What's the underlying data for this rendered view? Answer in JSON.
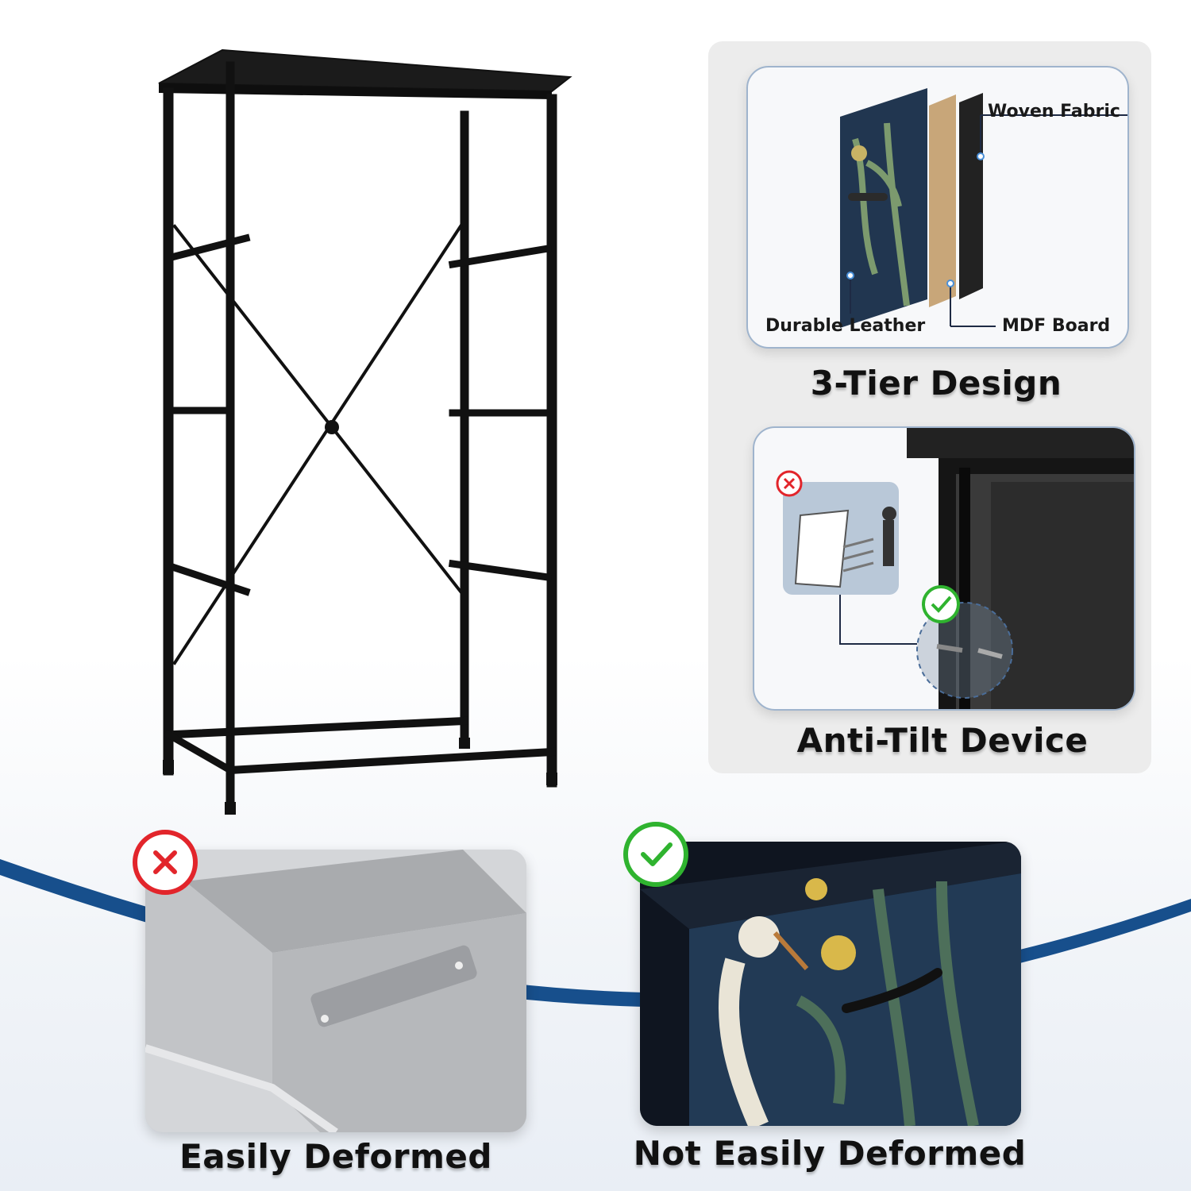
{
  "features": {
    "tier": {
      "heading": "3-Tier Design",
      "labels": {
        "woven": "Woven Fabric",
        "leather": "Durable Leather",
        "mdf": "MDF Board"
      }
    },
    "antitilt": {
      "heading": "Anti-Tilt Device"
    }
  },
  "comparison": {
    "bad": {
      "label": "Easily Deformed",
      "icon": "cross-circle-icon"
    },
    "good": {
      "label": "Not Easily Deformed",
      "icon": "check-circle-icon"
    }
  },
  "colors": {
    "accent_blue": "#174f8c",
    "bad_red": "#e2252b",
    "good_green": "#2fb32f",
    "frame_black": "#111111"
  }
}
